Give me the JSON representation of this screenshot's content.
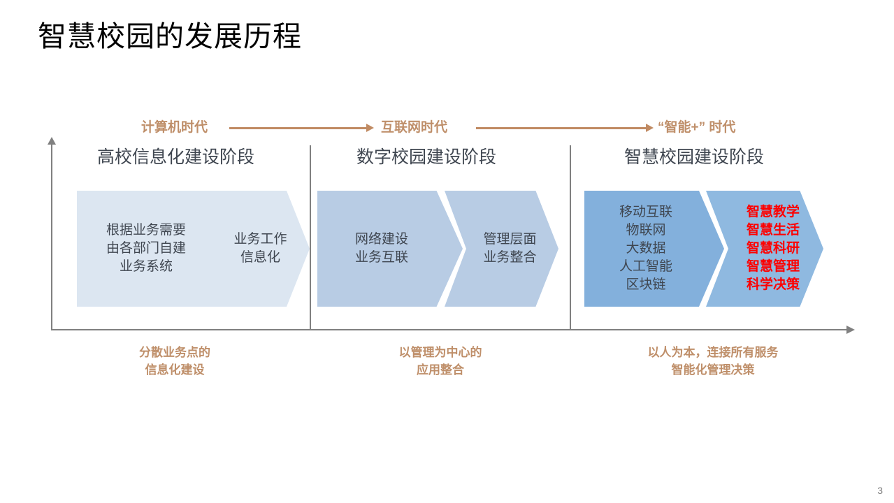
{
  "slide": {
    "title": "智慧校园的发展历程",
    "page_number": "3",
    "accent_color": "#bf8f6a",
    "axis_color": "#808080",
    "highlight_color": "#fe0000"
  },
  "eras": [
    {
      "label": "计算机时代"
    },
    {
      "label": "互联网时代"
    },
    {
      "label": "“智能+” 时代"
    }
  ],
  "stages": [
    {
      "heading": "高校信息化建设阶段",
      "caption": "分散业务点的\n信息化建设",
      "fill": "#dce6f1",
      "chevrons": [
        {
          "text": "根据业务需要\n由各部门自建\n业务系统"
        },
        {
          "text": "业务工作\n信息化"
        }
      ]
    },
    {
      "heading": "数字校园建设阶段",
      "caption": "以管理为中心的\n应用整合",
      "fill": "#b8cce4",
      "chevrons": [
        {
          "text": "网络建设\n业务互联"
        },
        {
          "text": "管理层面\n业务整合"
        }
      ]
    },
    {
      "heading": "智慧校园建设阶段",
      "caption": "以人为本，连接所有服务\n智能化管理决策",
      "fill": "#83b0dc",
      "chevrons": [
        {
          "text": "移动互联\n物联网\n大数据\n人工智能\n区块链"
        },
        {
          "text": "智慧教学\n智慧生活\n智慧科研\n智慧管理\n科学决策"
        }
      ]
    }
  ]
}
